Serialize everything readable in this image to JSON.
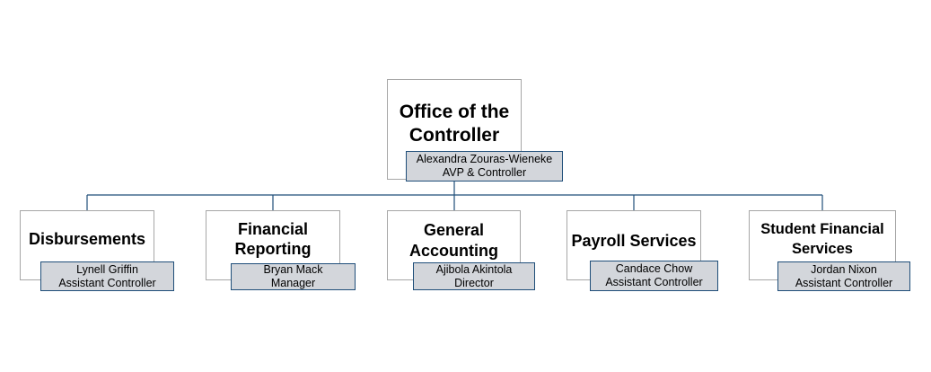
{
  "top": {
    "title": "Office of the Controller",
    "person": "Alexandra Zouras-Wieneke",
    "role": "AVP & Controller"
  },
  "departments": [
    {
      "title": "Disbursements",
      "person": "Lynell Griffin",
      "role": "Assistant Controller"
    },
    {
      "title": "Financial Reporting",
      "person": "Bryan Mack",
      "role": "Manager"
    },
    {
      "title": "General Accounting",
      "person": "Ajibola Akintola",
      "role": "Director"
    },
    {
      "title": "Payroll Services",
      "person": "Candace Chow",
      "role": "Assistant Controller"
    },
    {
      "title": "Student Financial Services",
      "person": "Jordan Nixon",
      "role": "Assistant Controller"
    }
  ],
  "colors": {
    "connector": "#1f4e79",
    "name_box_fill": "#d3d6db",
    "name_box_border": "#1f4e79",
    "unit_box_border": "#a6a6a6"
  }
}
